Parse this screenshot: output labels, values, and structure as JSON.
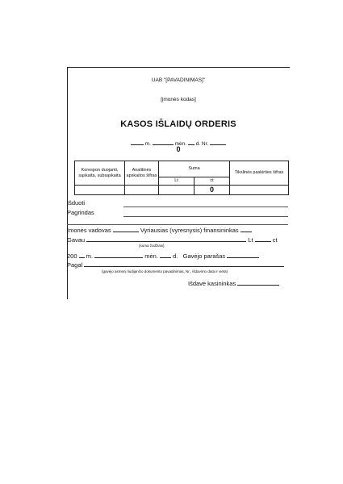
{
  "header": {
    "company": "UAB \"[PAVADINIMAS]\"",
    "company_code": "[įmonės kodas]",
    "title": "KASOS IŠLAIDŲ ORDERIS",
    "date_m": "m.",
    "date_men": "mėn.",
    "date_d": "d. Nr.",
    "order_number": "0"
  },
  "table": {
    "col1": "Korespon duojanti, sąskaita, subsąskaita",
    "col2": "Analitinės apskaitos šifras",
    "col3": "Suma",
    "col3_lt": "Lt",
    "col3_ct": "ct",
    "col4": "Tikslinės paskirties šifras",
    "row_value": "0"
  },
  "fields": {
    "issued": "Išduoti",
    "basis": "Pagrindas",
    "manager": "Įmonės vadovas",
    "chief_finance": "Vyriausias (vyresnysis) finansininkas",
    "received": "Gavau",
    "lt": "Lt",
    "ct": "ct",
    "sum_words_note": "(suma žodžiais)",
    "year_prefix": "200",
    "year_m": "m.",
    "month": "mėn.",
    "day": "d.",
    "receiver_signature": "Gavėjo parašas",
    "by": "Pagal",
    "document_note": "(gavėjo asmenį liudijančio dokumento pavadinimas, Nr., išdavimo data ir vieta)",
    "cashier": "Išdavė kasininkas"
  }
}
